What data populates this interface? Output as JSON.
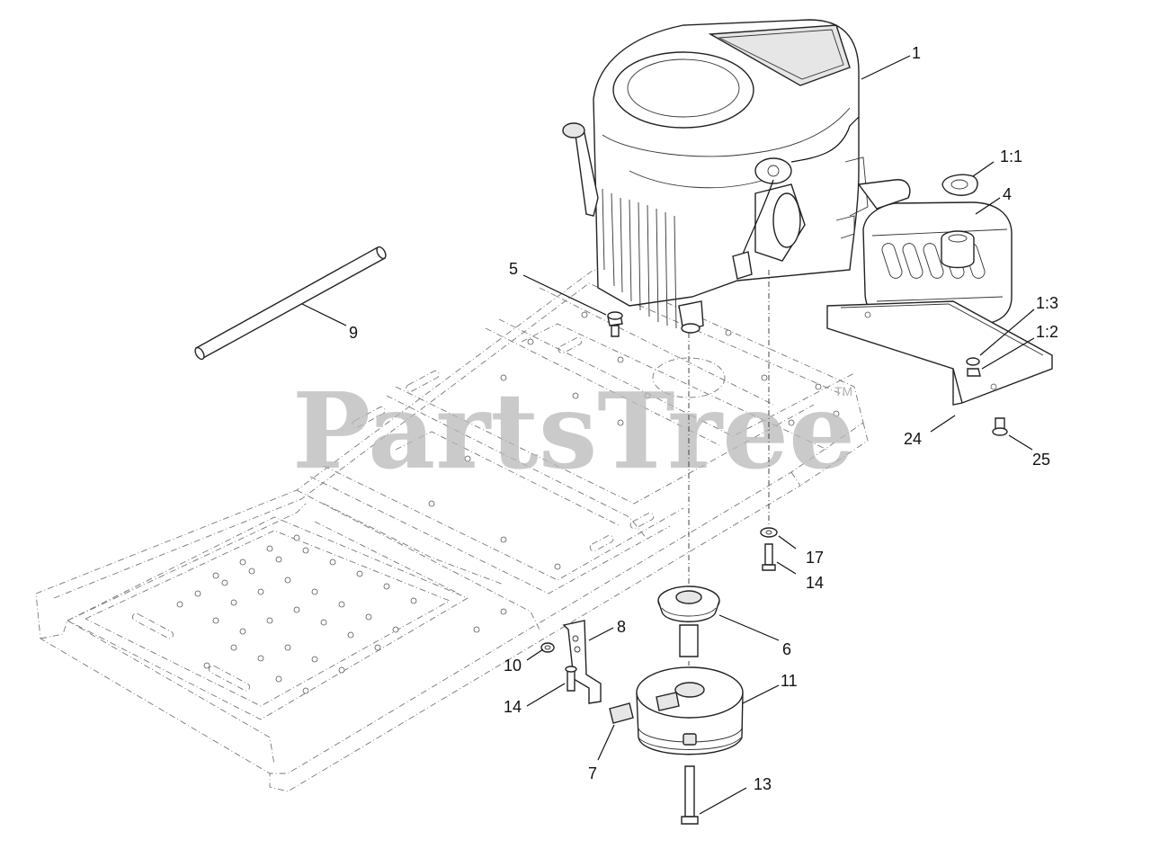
{
  "watermark": {
    "text": "PartsTree",
    "trademark": "TM"
  },
  "callouts": [
    {
      "id": "c1",
      "text": "1"
    },
    {
      "id": "c1_1",
      "text": "1:1"
    },
    {
      "id": "c4",
      "text": "4"
    },
    {
      "id": "c1_3",
      "text": "1:3"
    },
    {
      "id": "c1_2",
      "text": "1:2"
    },
    {
      "id": "c5",
      "text": "5"
    },
    {
      "id": "c9",
      "text": "9"
    },
    {
      "id": "c24",
      "text": "24"
    },
    {
      "id": "c25",
      "text": "25"
    },
    {
      "id": "c17",
      "text": "17"
    },
    {
      "id": "c14a",
      "text": "14"
    },
    {
      "id": "c8",
      "text": "8"
    },
    {
      "id": "c6",
      "text": "6"
    },
    {
      "id": "c10",
      "text": "10"
    },
    {
      "id": "c11",
      "text": "11"
    },
    {
      "id": "c14b",
      "text": "14"
    },
    {
      "id": "c7",
      "text": "7"
    },
    {
      "id": "c13",
      "text": "13"
    }
  ]
}
